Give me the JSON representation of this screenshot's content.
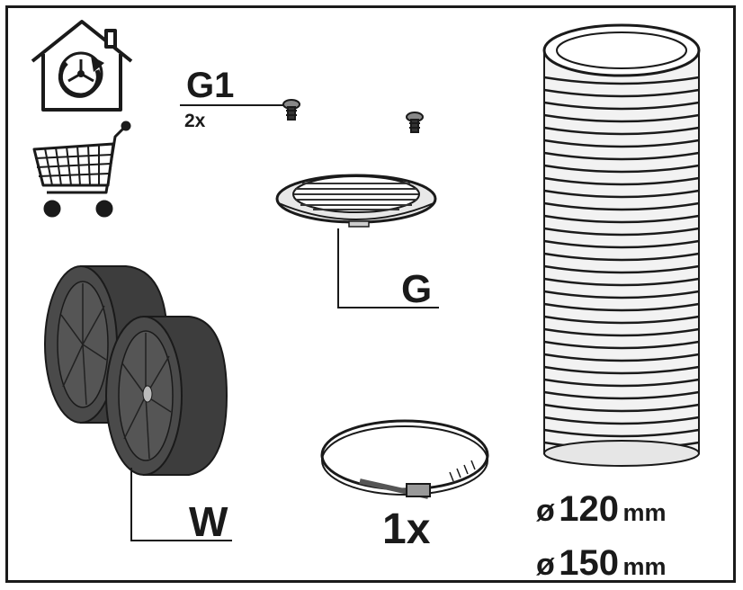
{
  "labels": {
    "grille_screw": "G1",
    "screw_qty": "2x",
    "grille": "G",
    "filter": "W",
    "clamp_qty": "1x"
  },
  "hose": {
    "diameter_symbol": "ø",
    "diameter_1": "120",
    "diameter_2": "150",
    "unit": "mm"
  },
  "icons": {
    "recirculation": "recirculation-house-icon",
    "purchase": "shopping-cart-icon"
  },
  "colors": {
    "line": "#1a1a1a",
    "filter_fill": "#4a4a4a",
    "filter_face": "#555555",
    "hose_fill": "#f2f2f2"
  }
}
